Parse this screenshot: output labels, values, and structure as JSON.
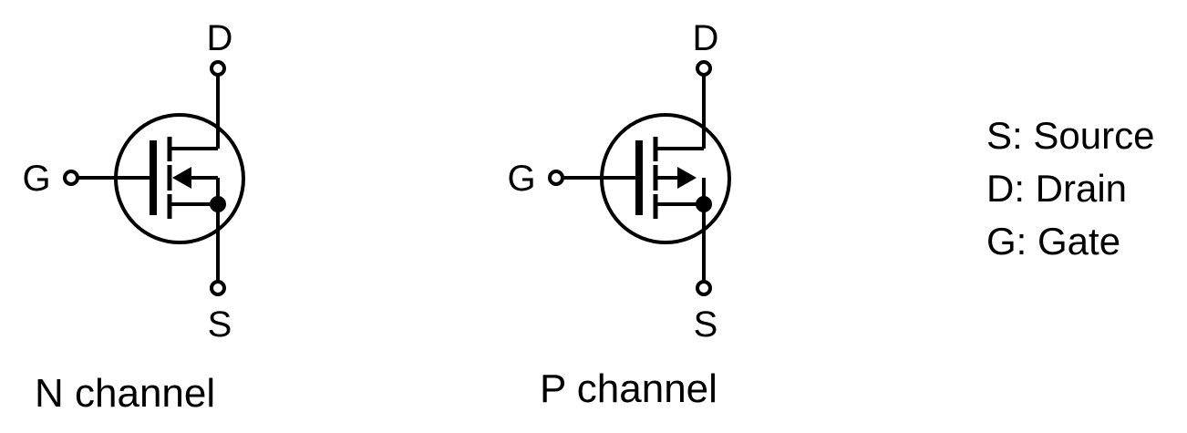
{
  "symbols": [
    {
      "type": "n-channel",
      "terminals": {
        "drain": "D",
        "gate": "G",
        "source": "S"
      },
      "caption": "N channel",
      "arrow_direction": "inward"
    },
    {
      "type": "p-channel",
      "terminals": {
        "drain": "D",
        "gate": "G",
        "source": "S"
      },
      "caption": "P channel",
      "arrow_direction": "outward"
    }
  ],
  "legend": [
    {
      "text": "S: Source"
    },
    {
      "text": "D: Drain"
    },
    {
      "text": "G: Gate"
    }
  ],
  "colors": {
    "line": "#000000",
    "background": "#ffffff"
  }
}
